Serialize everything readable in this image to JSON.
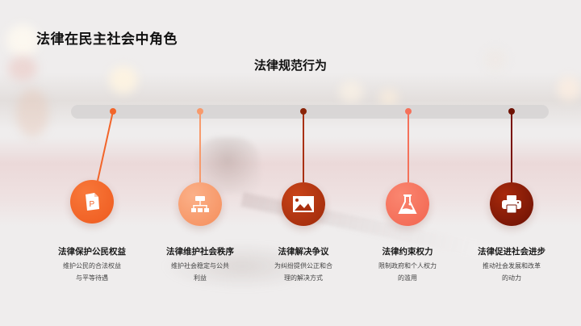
{
  "slide": {
    "title": "法律在民主社会中角色",
    "subtitle": "法律规范行为"
  },
  "items": [
    {
      "label": "法律保护公民权益",
      "desc_line1": "维护公民的合法权益",
      "desc_line2": "与平等待遇",
      "icon": "document-p-icon",
      "color": "#f2652a"
    },
    {
      "label": "法律维护社会秩序",
      "desc_line1": "维护社会稳定与公共",
      "desc_line2": "利益",
      "icon": "org-chart-icon",
      "color": "#f79a6c"
    },
    {
      "label": "法律解决争议",
      "desc_line1": "为纠纷提供公正和合",
      "desc_line2": "理的解决方式",
      "icon": "image-icon",
      "color": "#a9300e"
    },
    {
      "label": "法律约束权力",
      "desc_line1": "限制政府和个人权力",
      "desc_line2": "的滥用",
      "icon": "flask-icon",
      "color": "#f5715a"
    },
    {
      "label": "法律促进社会进步",
      "desc_line1": "推动社会发展和改革",
      "desc_line2": "的动力",
      "icon": "printer-icon",
      "color": "#7a1505"
    }
  ]
}
